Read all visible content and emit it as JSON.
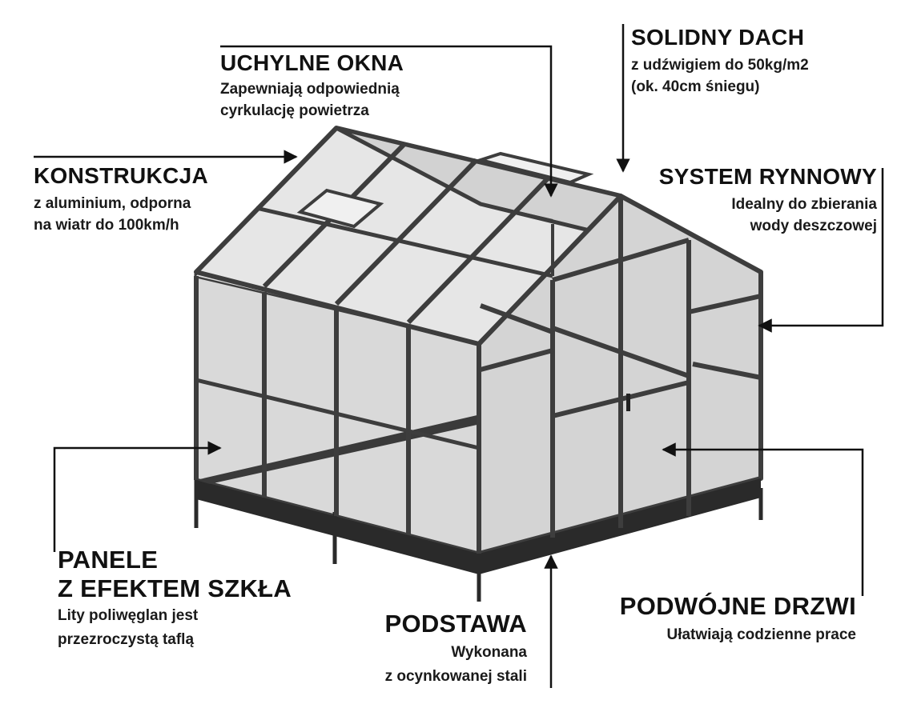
{
  "labels": {
    "solidny_dach": {
      "title": "SOLIDNY DACH",
      "line1": "z udźwigiem do 50kg/m2",
      "line2": "(ok. 40cm śniegu)"
    },
    "uchylne_okna": {
      "title": "UCHYLNE OKNA",
      "line1": "Zapewniają odpowiednią",
      "line2": "cyrkulację powietrza"
    },
    "konstrukcja": {
      "title": "KONSTRUKCJA",
      "line1": "z aluminium, odporna",
      "line2": "na wiatr do 100km/h"
    },
    "system_rynnowy": {
      "title": "SYSTEM RYNNOWY",
      "line1": "Idealny do zbierania",
      "line2": "wody deszczowej"
    },
    "panele": {
      "title1": "PANELE",
      "title2": "Z EFEKTEM SZKŁA",
      "line1": "Lity poliwęglan jest",
      "line2": "przezroczystą taflą"
    },
    "podstawa": {
      "title": "PODSTAWA",
      "line1": "Wykonana",
      "line2": "z ocynkowanej stali"
    },
    "podwojne_drzwi": {
      "title": "PODWÓJNE DRZWI",
      "line1": "Ułatwiają codzienne prace"
    }
  },
  "colors": {
    "frame": "#3d3d3d",
    "panel": "#d6d6d6",
    "panel_light": "#e6e6e6",
    "base": "#2a2a2a",
    "text": "#111111"
  }
}
